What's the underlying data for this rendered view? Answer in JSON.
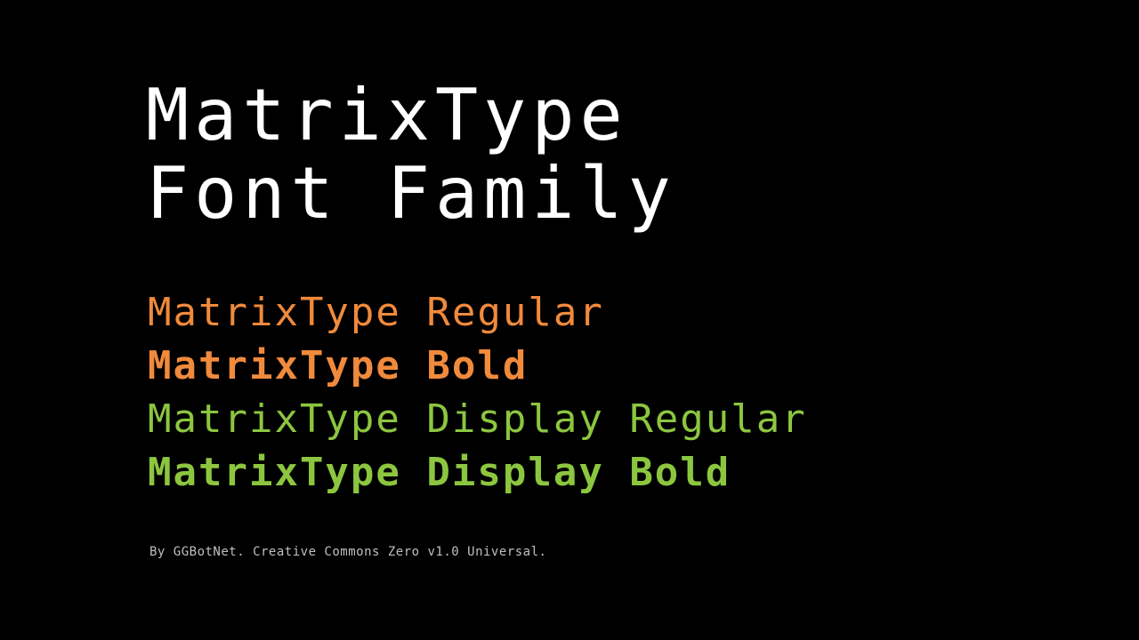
{
  "title": {
    "line1": "MatrixType",
    "line2": "Font Family"
  },
  "variants": [
    {
      "label": "MatrixType Regular",
      "color": "#f08a3c",
      "weight": "regular"
    },
    {
      "label": "MatrixType Bold",
      "color": "#f08a3c",
      "weight": "bold"
    },
    {
      "label": "MatrixType Display Regular",
      "color": "#8cc63f",
      "weight": "regular"
    },
    {
      "label": "MatrixType Display Bold",
      "color": "#8cc63f",
      "weight": "bold"
    }
  ],
  "credit": "By GGBotNet. Creative Commons Zero v1.0 Universal."
}
